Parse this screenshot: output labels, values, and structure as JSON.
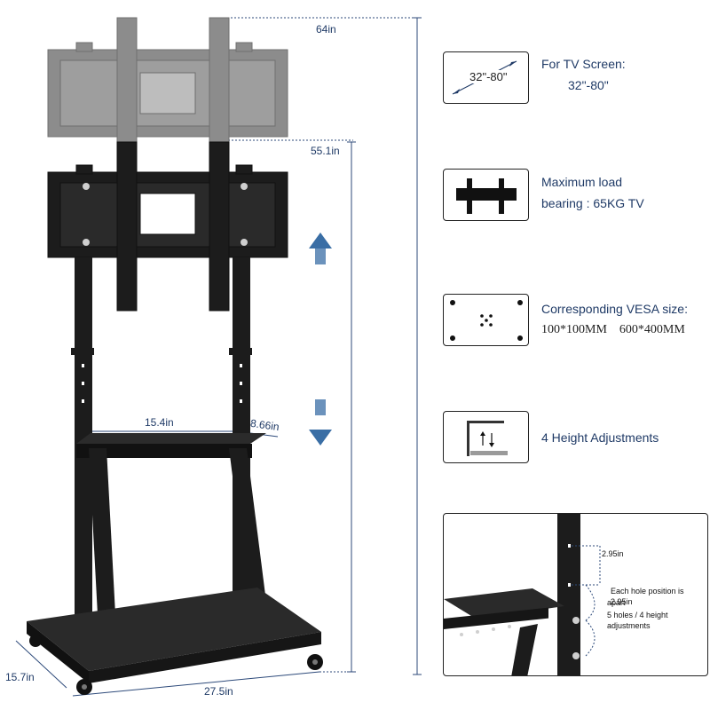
{
  "dimensions": {
    "width_top": "64in",
    "height_overall": "55.1in",
    "shelf_width": "15.4in",
    "shelf_depth": "8.66in",
    "base_depth": "15.7in",
    "base_width": "27.5in"
  },
  "features": [
    {
      "icon": "tv-diagonal-icon",
      "icon_label": "32\"-80\"",
      "line1": "For TV Screen:",
      "line2": "32\"-80\""
    },
    {
      "icon": "mount-bracket-icon",
      "line1": "Maximum load",
      "line2": "bearing : 65KG TV"
    },
    {
      "icon": "vesa-holes-icon",
      "line1": "Corresponding VESA size:",
      "line2": "100*100MM    600*400MM"
    },
    {
      "icon": "height-adjust-icon",
      "line1": "4 Height Adjustments"
    }
  ],
  "detail": {
    "spacing_label": "2.95in",
    "note_line1": "Each hole position is 2.95in",
    "note_line2": "apart",
    "note_line3": "5 holes / 4 height adjustments"
  },
  "colors": {
    "dimension_line": "#2d4a7a",
    "text": "#1f3a66",
    "arrow": "#3a6ea5",
    "stand": "#1c1c1c",
    "ghost_mount": "#8c8c8c"
  }
}
